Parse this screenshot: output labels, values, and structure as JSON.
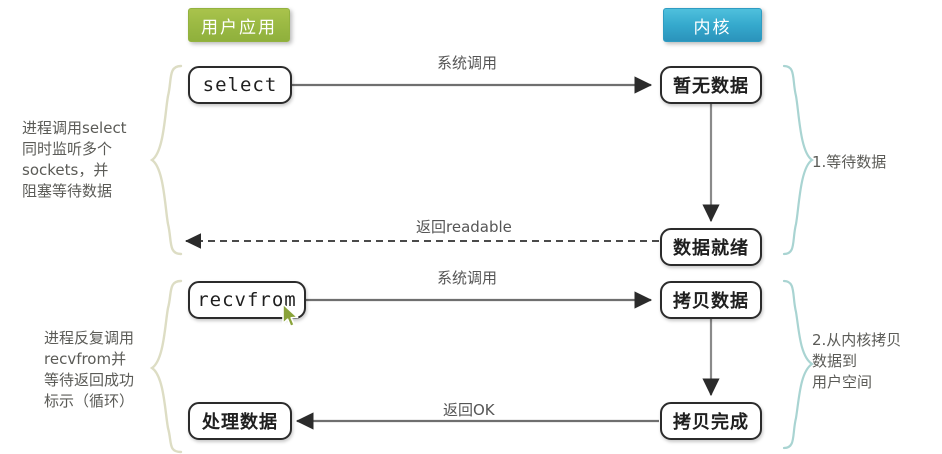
{
  "diagram": {
    "title": "select / recvfrom IO multiplexing sequence",
    "columns": {
      "user": {
        "label": "用户应用",
        "color": "#9cba44"
      },
      "kernel": {
        "label": "内核",
        "color": "#35a9cd"
      }
    },
    "nodes": {
      "select": "select",
      "recvfrom": "recvfrom",
      "process_data": "处理数据",
      "no_data": "暂无数据",
      "data_ready": "数据就绪",
      "copy_data": "拷贝数据",
      "copy_done": "拷贝完成"
    },
    "edges": {
      "syscall_1": "系统调用",
      "return_readable": "返回readable",
      "syscall_2": "系统调用",
      "return_ok": "返回OK"
    },
    "annotations": {
      "left_top": "进程调用select\n同时监听多个\nsockets，并\n阻塞等待数据",
      "left_bottom": "进程反复调用\nrecvfrom并\n等待返回成功\n标示（循环）",
      "right_top": "1.等待数据",
      "right_bottom": "2.从内核拷贝\n  数据到\n  用户空间"
    },
    "colors": {
      "brace_left": "#ddddc4",
      "brace_right": "#a9d4d2",
      "line": "#6f6f6f",
      "node_border": "#2b2b2b",
      "cursor": "#8aa33a"
    }
  }
}
